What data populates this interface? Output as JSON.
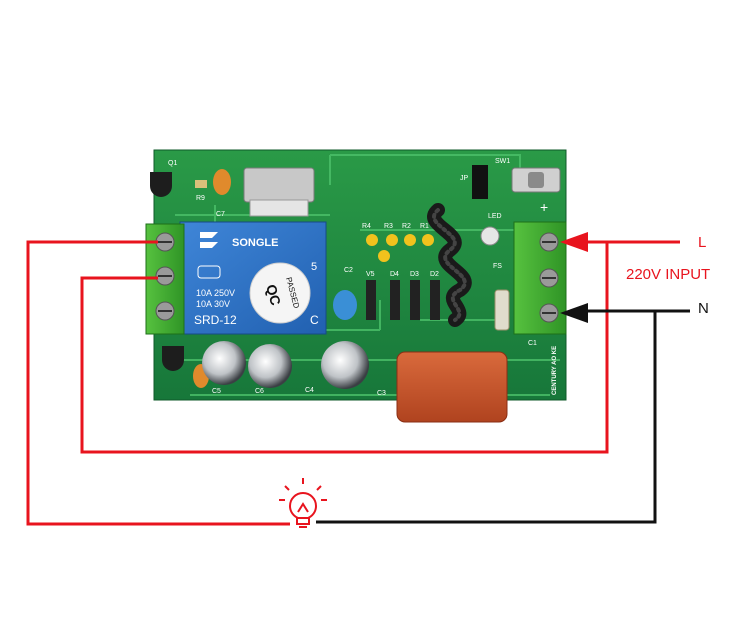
{
  "labels": {
    "live": "L",
    "neutral": "N",
    "input": "220V INPUT"
  },
  "board": {
    "relay_brand": "SONGLE",
    "relay_ratings": [
      "10A 250V",
      "10A 30V"
    ],
    "relay_model": "SRD-12",
    "qc_sticker": [
      "QC",
      "PASSED"
    ],
    "silkscreen": [
      "Q1",
      "R9",
      "C7",
      "SW1",
      "JP",
      "LED",
      "R4",
      "R3",
      "R2",
      "R1",
      "D4",
      "D3",
      "D2",
      "C2",
      "V5",
      "FS",
      "C1",
      "C3",
      "C4",
      "C5",
      "C6",
      "CENTURY AO KE"
    ],
    "plus_mark": "+"
  },
  "colors": {
    "live_wire": "#e8141e",
    "neutral_wire": "#111111",
    "pcb": "#1f8a3c",
    "terminal": "#3fae2f",
    "relay": "#2e73c9",
    "capacitor": "#c8552c",
    "bulb": "#e8141e"
  },
  "icons": {
    "bulb": "light-bulb-icon"
  }
}
